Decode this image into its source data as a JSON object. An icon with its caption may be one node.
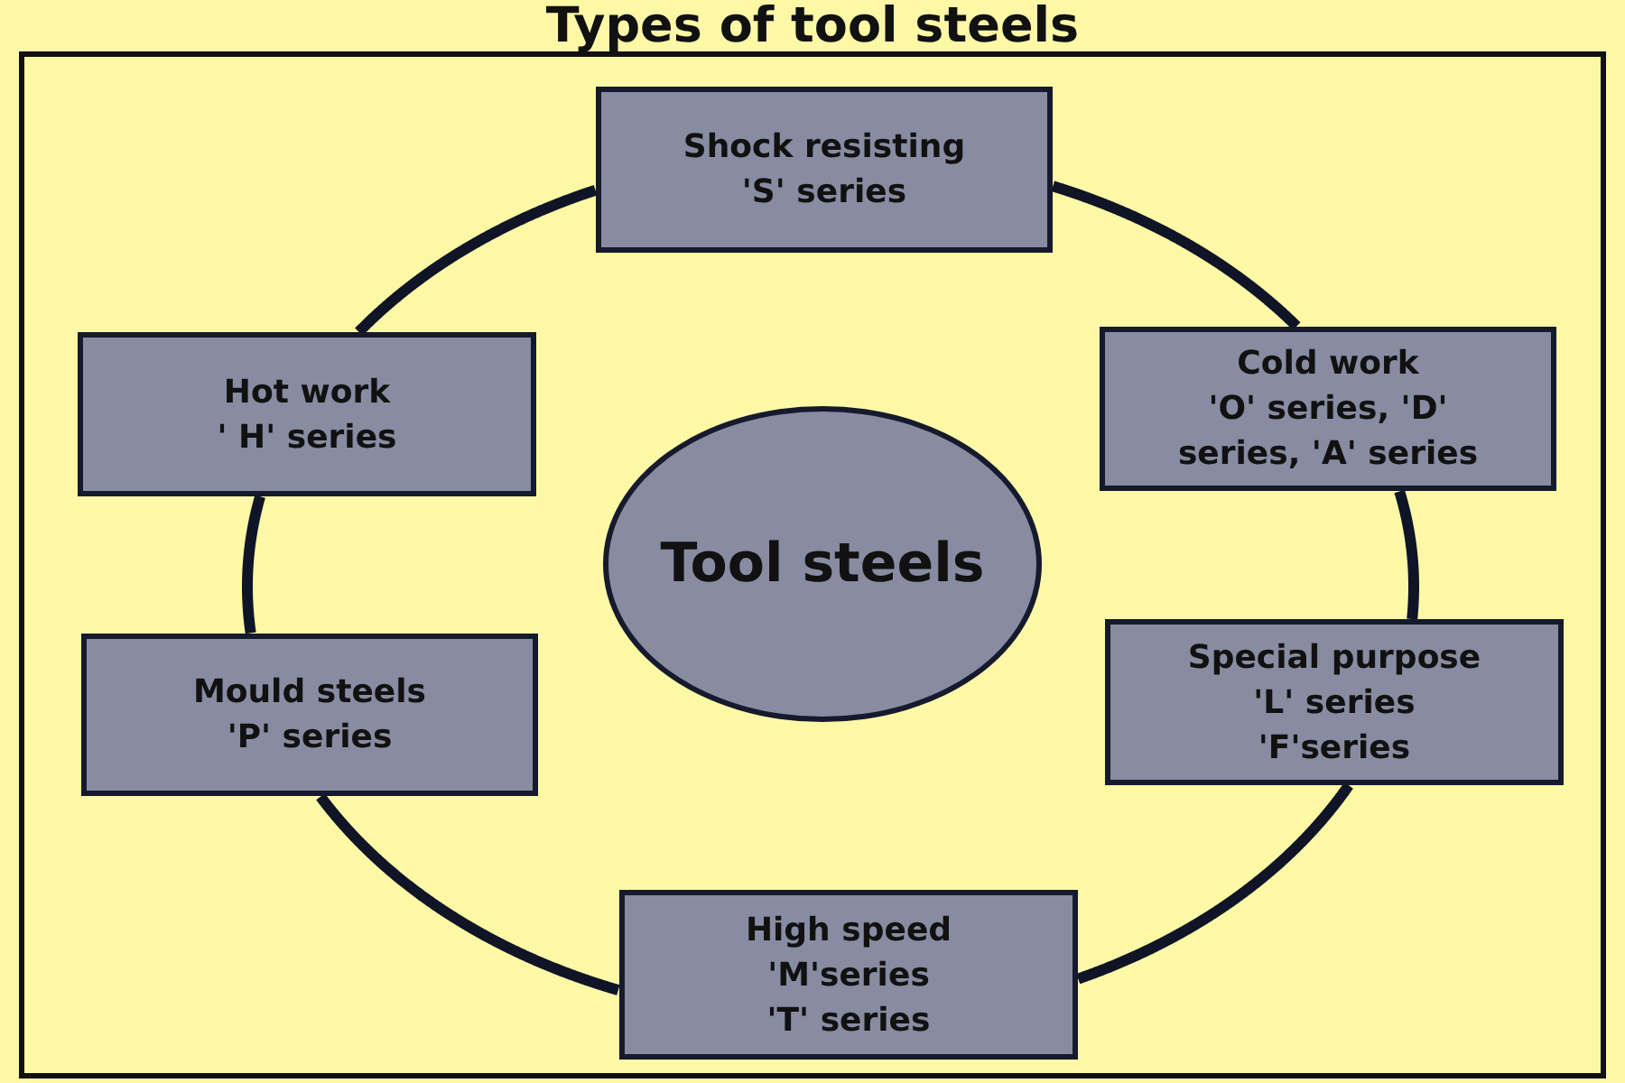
{
  "diagram": {
    "title": "Types of tool steels",
    "nodes": [
      {
        "text": [
          "Shock resisting",
          "'S' series"
        ]
      },
      {
        "text": [
          "Hot work",
          "' H' series"
        ]
      },
      {
        "text": [
          "Cold work",
          "'O' series, 'D' series, 'A' series"
        ]
      },
      {
        "text": [
          "Tool steels"
        ]
      },
      {
        "text": [
          "Mould steels",
          "'P' series"
        ]
      },
      {
        "text": [
          "Special purpose",
          "'L' series",
          "'F'series"
        ]
      },
      {
        "text": [
          "High speed",
          "'M'series",
          "'T' series"
        ]
      }
    ],
    "edges": [
      {
        "from": 0,
        "to": 2,
        "arrow": "none"
      },
      {
        "from": 2,
        "to": 5,
        "arrow": "none"
      },
      {
        "from": 5,
        "to": 6,
        "arrow": "none"
      },
      {
        "from": 6,
        "to": 4,
        "arrow": "none"
      },
      {
        "from": 4,
        "to": 1,
        "arrow": "none"
      },
      {
        "from": 1,
        "to": 0,
        "arrow": "none"
      }
    ]
  }
}
